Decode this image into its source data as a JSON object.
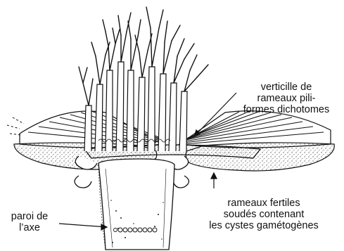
{
  "labels": {
    "verticille": [
      "verticille de",
      "rameaux pili-",
      "formes dichotomes"
    ],
    "rameaux_fertiles": [
      "rameaux fertiles",
      "soudés contenant",
      "les cystes gamétogènes"
    ],
    "paroi": [
      "paroi de",
      "l’axe"
    ]
  }
}
